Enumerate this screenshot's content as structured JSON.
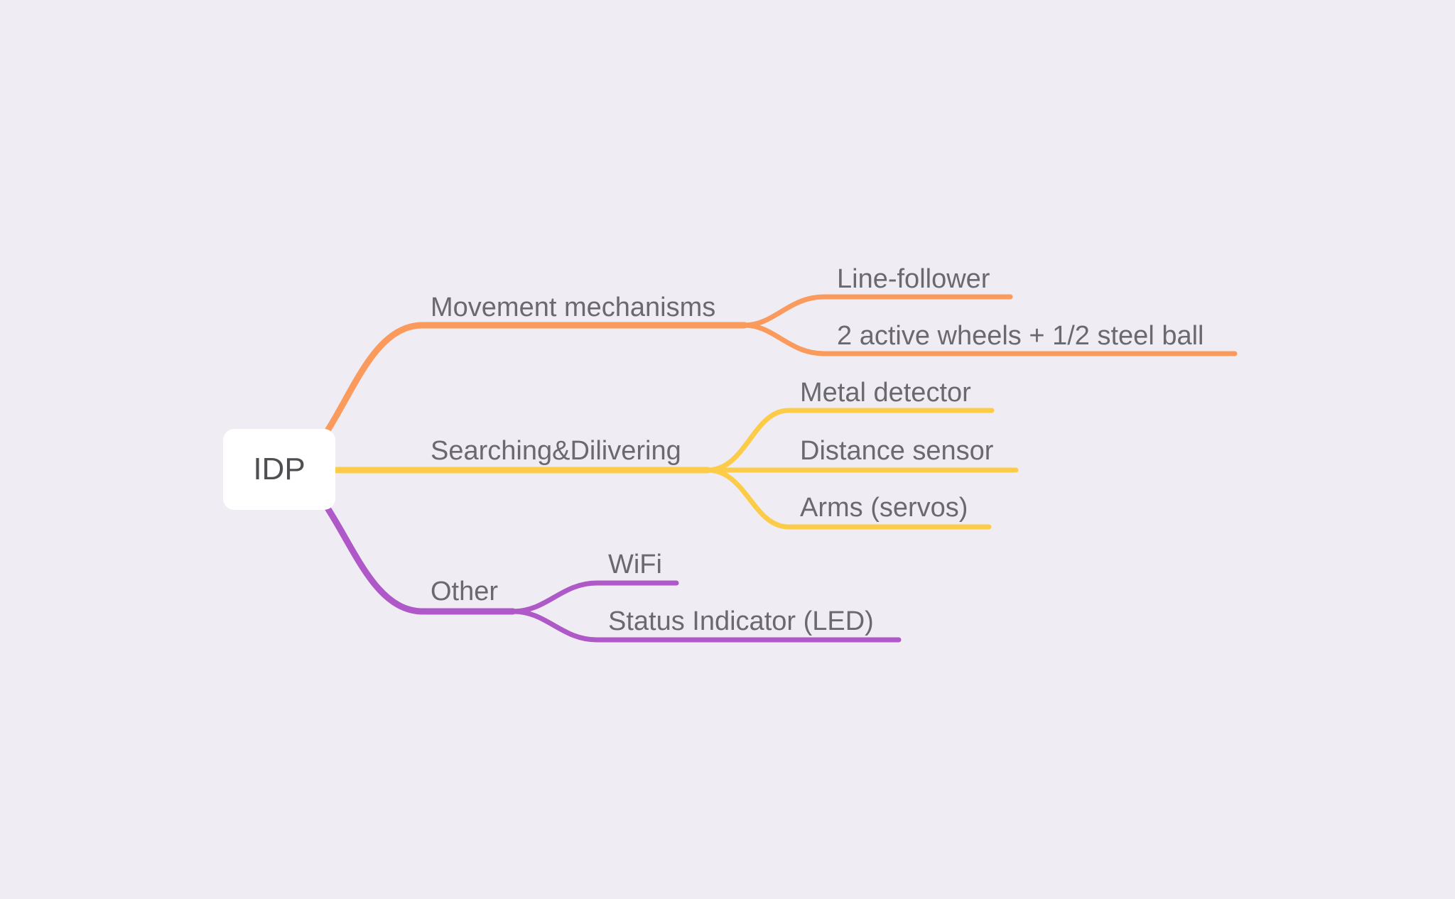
{
  "mindmap": {
    "root": {
      "label": "IDP"
    },
    "branches": [
      {
        "label": "Movement mechanisms",
        "color": "#fa9a5d",
        "children": [
          {
            "label": "Line-follower"
          },
          {
            "label": "2 active wheels + 1/2 steel ball"
          }
        ]
      },
      {
        "label": "Searching&Dilivering",
        "color": "#fccc48",
        "children": [
          {
            "label": "Metal detector"
          },
          {
            "label": "Distance sensor"
          },
          {
            "label": "Arms (servos)"
          }
        ]
      },
      {
        "label": "Other",
        "color": "#af58c7",
        "children": [
          {
            "label": "WiFi"
          },
          {
            "label": "Status Indicator (LED)"
          }
        ]
      }
    ]
  }
}
